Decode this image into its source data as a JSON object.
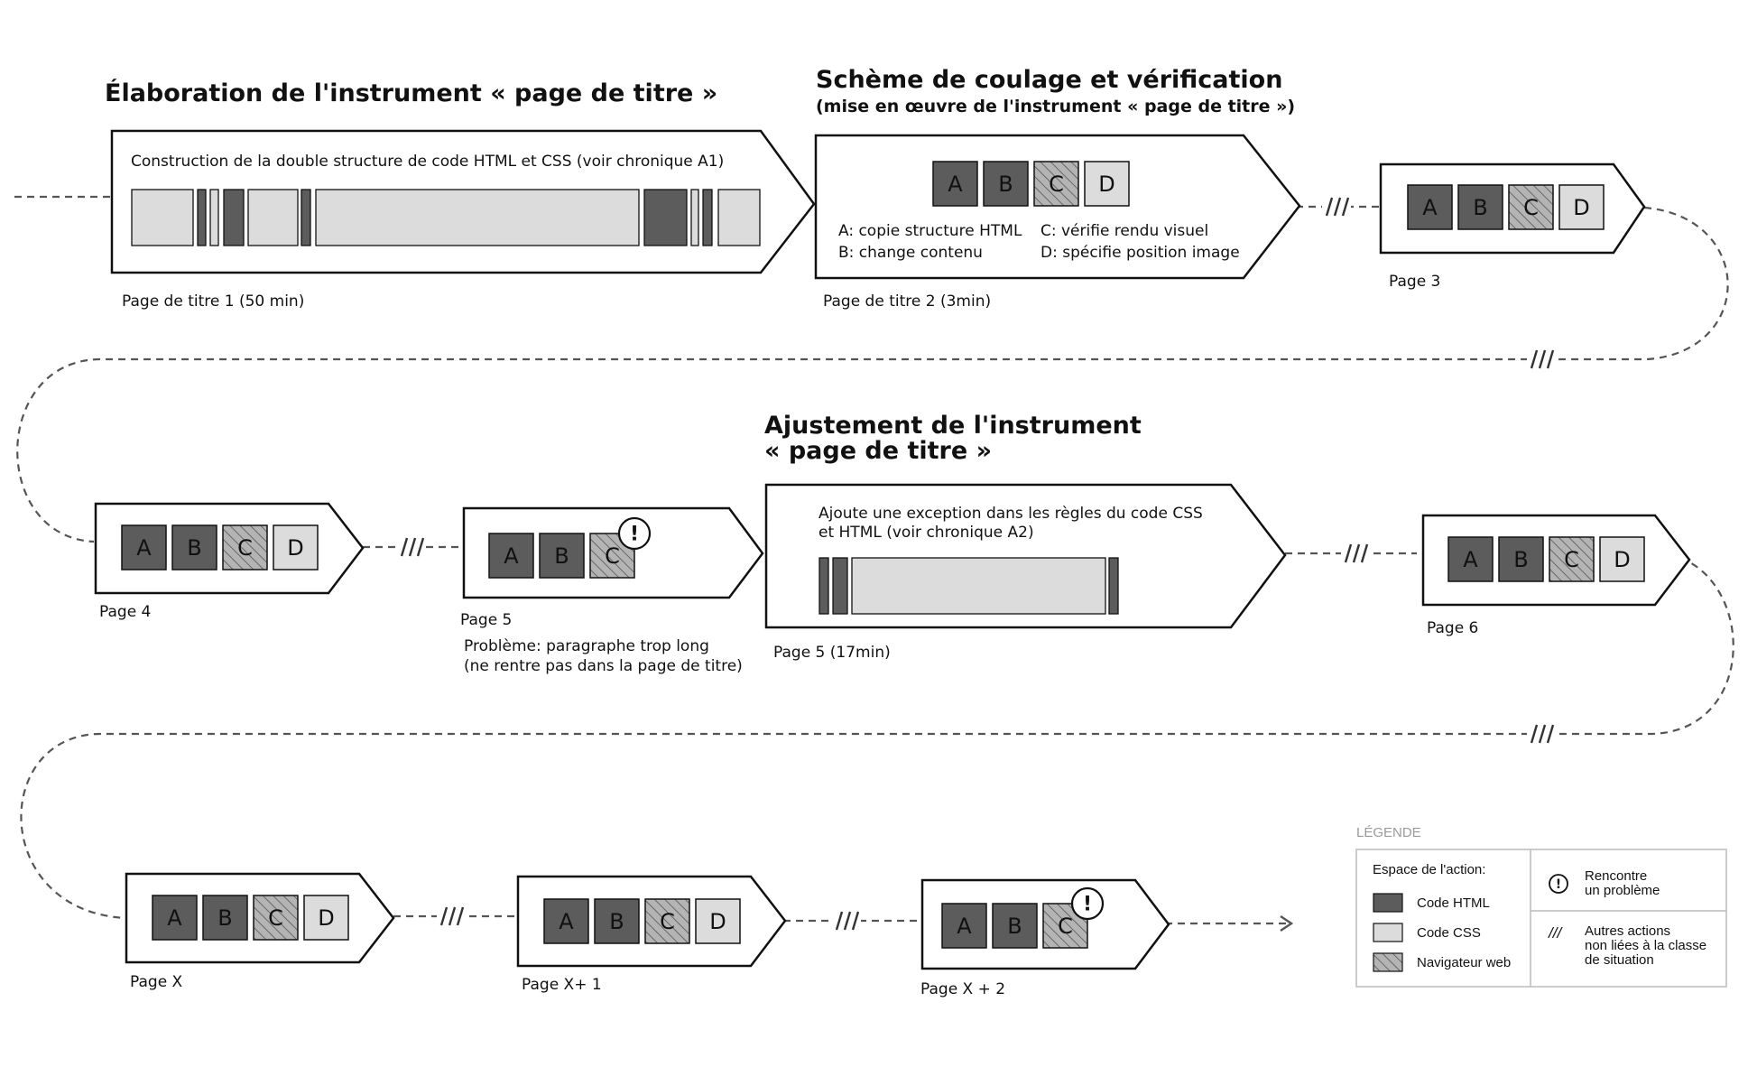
{
  "sections": {
    "elaboration_title": "Élaboration de l'instrument « page de titre »",
    "scheme_title": "Schème de coulage et vérification",
    "scheme_subtitle": "(mise en œuvre de l'instrument « page de titre »)",
    "adjust_title_line1": "Ajustement de l'instrument",
    "adjust_title_line2": "« page de titre »"
  },
  "steps": {
    "page_titre_1": {
      "description": "Construction de la double structure  de code HTML et CSS  (voir chronique A1)",
      "caption": "Page de titre 1 (50 min)"
    },
    "page_titre_2": {
      "caption": "Page de titre 2 (3min)",
      "key": {
        "a": "A: copie structure HTML",
        "b": "B: change contenu",
        "c": "C: vérifie rendu visuel",
        "d": "D: spécifie position image"
      }
    },
    "page_3": {
      "caption": "Page 3"
    },
    "page_4": {
      "caption": "Page 4"
    },
    "page_5": {
      "caption": "Page 5",
      "problem_line1": "Problème:  paragraphe trop long",
      "problem_line2": "(ne rentre pas dans la page de titre)"
    },
    "page_5_adjust": {
      "description_line1": "Ajoute une exception  dans les règles du code CSS",
      "description_line2": "et HTML (voir chronique A2)",
      "caption": "Page 5 (17min)"
    },
    "page_6": {
      "caption": "Page 6"
    },
    "page_x": {
      "caption": "Page X"
    },
    "page_x1": {
      "caption": "Page X+ 1"
    },
    "page_x2": {
      "caption": "Page X + 2"
    }
  },
  "letters": {
    "a": "A",
    "b": "B",
    "c": "C",
    "d": "D"
  },
  "problem_mark": "!",
  "legend": {
    "heading": "LÉGENDE",
    "space_label": "Espace de l'action:",
    "html": "Code HTML",
    "css": "Code CSS",
    "browser": "Navigateur web",
    "problem_line1": "Rencontre",
    "problem_line2": "un problème",
    "slash_mark": "///",
    "other_line1": "Autres actions",
    "other_line2": "non liées à la classe",
    "other_line3": "de situation"
  },
  "colors": {
    "html": "#5c5c5c",
    "css": "#dcdcdc",
    "browser": "#b4b4b4",
    "outline": "#111111",
    "connector": "#555555"
  },
  "icons": {
    "problem": "exclamation-circle-icon",
    "skip": "triple-slash-icon",
    "end": "arrow-right-icon"
  }
}
